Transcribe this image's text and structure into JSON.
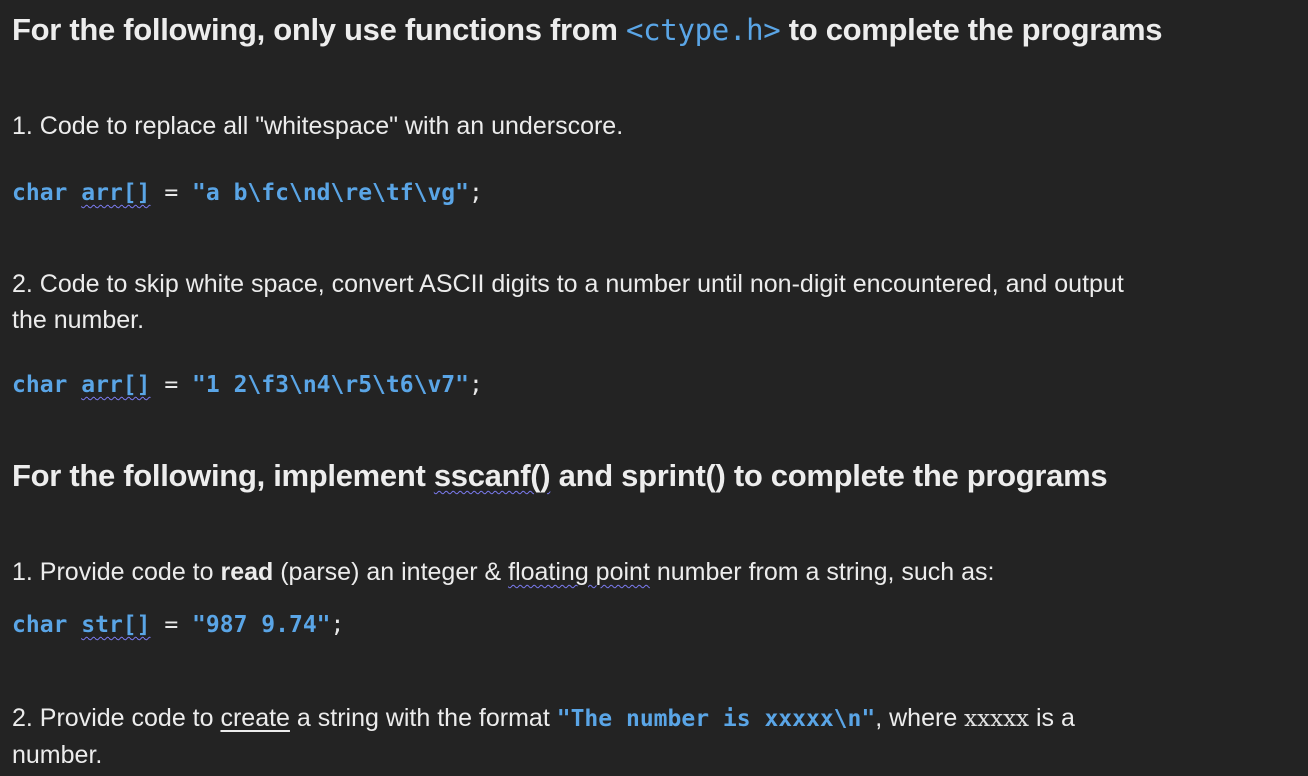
{
  "section1": {
    "heading_pre": "For the following, only use functions from ",
    "heading_code": "<ctype.h>",
    "heading_post": " to complete the programs",
    "item1": {
      "text": "1. Code to replace all \"whitespace\" with an underscore.",
      "code_kw": "char",
      "code_var": "arr[]",
      "code_eq": " = ",
      "code_str": "\"a b\\fc\\nd\\re\\tf\\vg\"",
      "code_end": ";"
    },
    "item2": {
      "line1": "2. Code to skip white space, convert ASCII digits to a number until non-digit encountered, and output",
      "line2": "the number.",
      "code_kw": "char",
      "code_var": "arr[]",
      "code_eq": " = ",
      "code_str": "\"1 2\\f3\\n4\\r5\\t6\\v7\"",
      "code_end": ";"
    }
  },
  "section2": {
    "heading_pre": "For the following, implement ",
    "heading_link": "sscanf()",
    "heading_post": " and sprint() to complete the programs",
    "item1": {
      "pre": "1. Provide code to ",
      "bold": "read",
      "mid": " (parse) an integer & ",
      "wavy": "floating point",
      "post": " number from a string, such as:",
      "code_kw": "char",
      "code_var": "str[]",
      "code_eq": " = ",
      "code_str": "\"987 9.74\"",
      "code_end": ";"
    },
    "item2": {
      "pre": "2. Provide code to ",
      "underlined": "create",
      "mid": " a string with the format ",
      "format_code": "\"The number is xxxxx\\n\"",
      "mid2": ", where ",
      "xcode": "xxxxx",
      "post": " is a",
      "line2": "number."
    }
  }
}
